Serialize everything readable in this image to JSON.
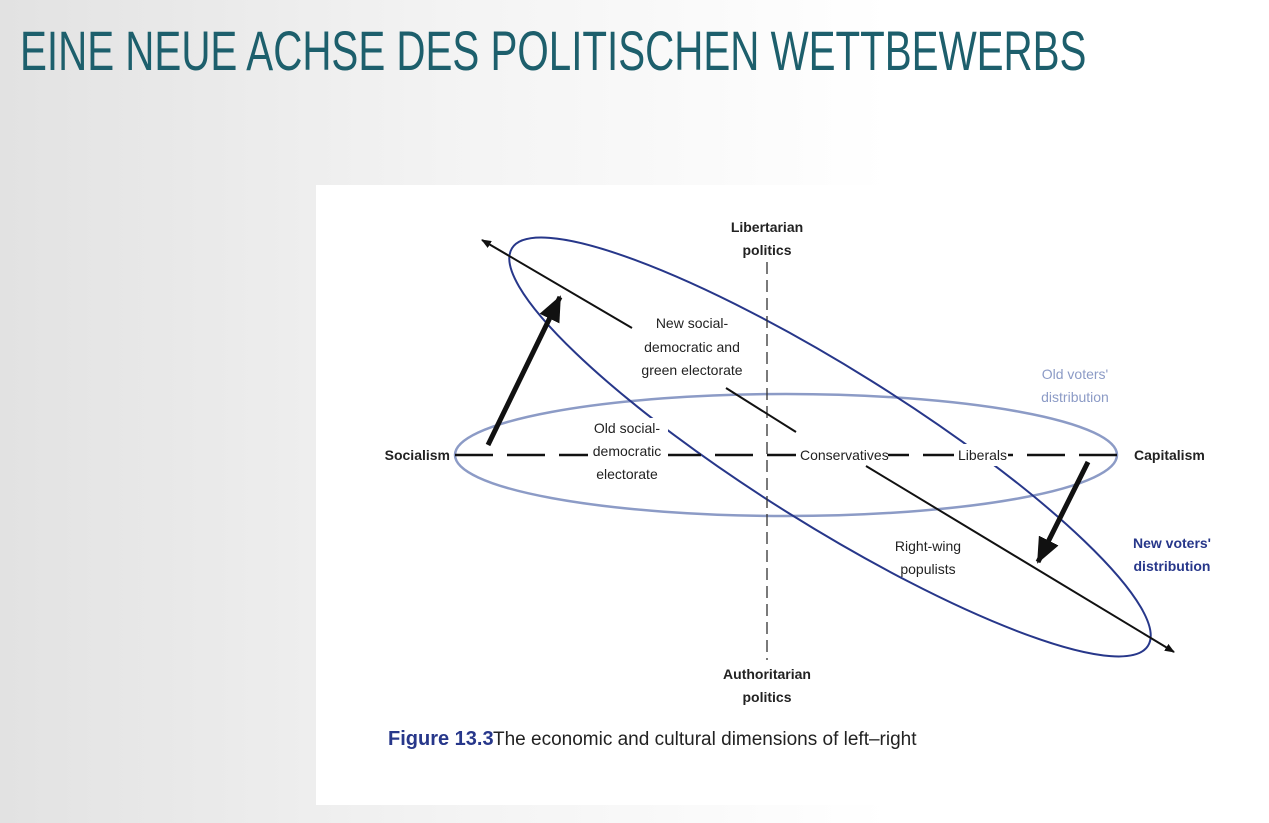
{
  "title": "EINE NEUE ACHSE DES POLITISCHEN WETTBEWERBS",
  "diagram": {
    "axis_top": [
      "Libertarian",
      "politics"
    ],
    "axis_bottom": [
      "Authoritarian",
      "politics"
    ],
    "axis_left": "Socialism",
    "axis_right": "Capitalism",
    "new_sd": [
      "New social-",
      "democratic and",
      "green electorate"
    ],
    "old_sd": [
      "Old social-",
      "democratic",
      "electorate"
    ],
    "conservatives": "Conservatives",
    "liberals": "Liberals",
    "right_wing": [
      "Right-wing",
      "populists"
    ],
    "old_dist": [
      "Old voters'",
      "distribution"
    ],
    "new_dist": [
      "New voters'",
      "distribution"
    ],
    "old_color": "#8c9bc6",
    "new_color": "#27378a"
  },
  "caption": {
    "figure": "Figure 13.3",
    "text": "The economic and cultural dimensions of left–right"
  }
}
